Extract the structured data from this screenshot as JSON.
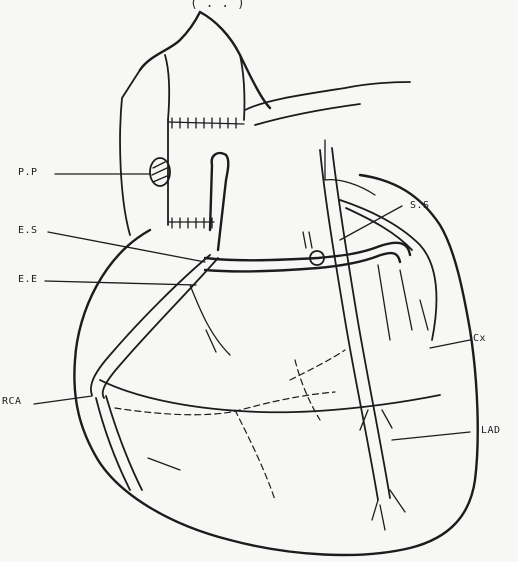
{
  "caption": "( . . )",
  "labels": {
    "pp": "P.P",
    "es": "E.S",
    "ee": "E.E",
    "rca": "RCA",
    "ss": "S.S",
    "cx": "Cx",
    "lad": "LAD"
  }
}
